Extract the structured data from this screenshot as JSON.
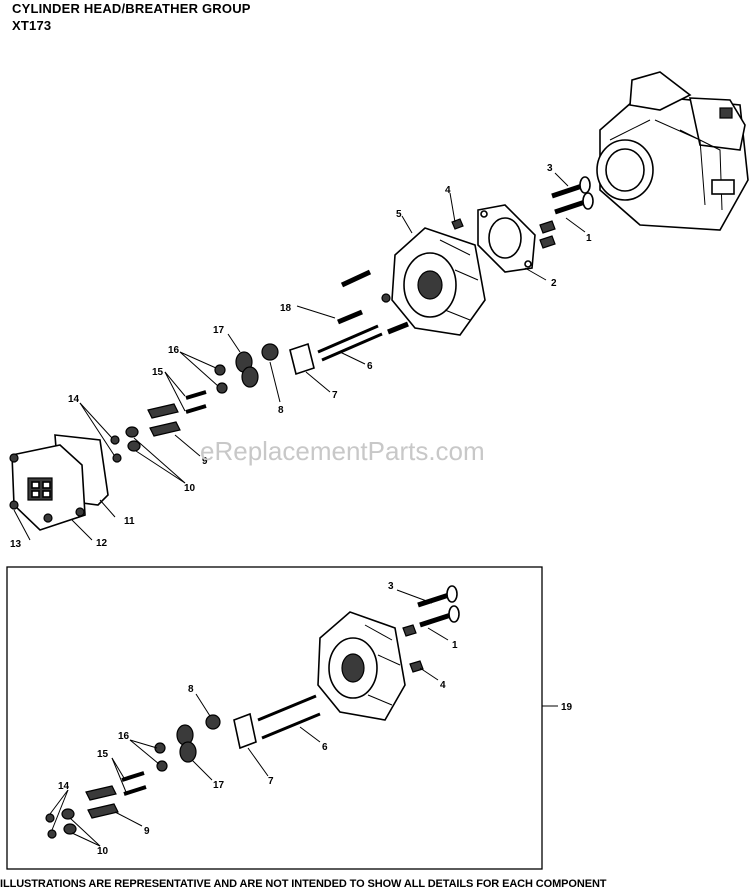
{
  "header": {
    "title": "CYLINDER HEAD/BREATHER GROUP",
    "model": "XT173"
  },
  "watermark": "eReplacementParts.com",
  "footer": "ILLUSTRATIONS ARE REPRESENTATIVE AND ARE NOT INTENDED TO SHOW ALL DETAILS FOR EACH COMPONENT",
  "callouts": {
    "c1": "1",
    "c2": "2",
    "c3": "3",
    "c4": "4",
    "c5": "5",
    "c6": "6",
    "c7": "7",
    "c8": "8",
    "c9": "9",
    "c10": "10",
    "c11": "11",
    "c12": "12",
    "c13": "13",
    "c14": "14",
    "c15": "15",
    "c16": "16",
    "c17": "17",
    "c18": "18",
    "c19": "19"
  }
}
